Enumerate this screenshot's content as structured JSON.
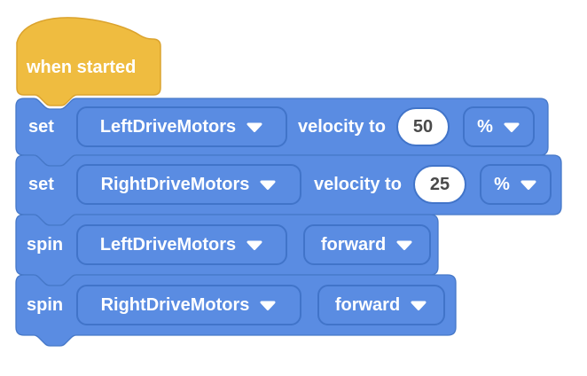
{
  "hat_block": {
    "label": "when started"
  },
  "blocks": [
    {
      "command": "set",
      "motor": "LeftDriveMotors",
      "label": "velocity to",
      "value": "50",
      "unit": "%"
    },
    {
      "command": "set",
      "motor": "RightDriveMotors",
      "label": "velocity to",
      "value": "25",
      "unit": "%"
    },
    {
      "command": "spin",
      "motor": "LeftDriveMotors",
      "direction": "forward"
    },
    {
      "command": "spin",
      "motor": "RightDriveMotors",
      "direction": "forward"
    }
  ],
  "icons": {
    "chevron_down": "▼"
  },
  "palette": {
    "block_fill": "#5a8ce2",
    "block_border": "#4678c8",
    "hat_fill": "#efbc40",
    "hat_border": "#dba32e",
    "dropdown_border": "#4174c9",
    "value_bg": "#ffffff",
    "value_text": "#4a4a4a",
    "label_text": "#ffffff",
    "canvas_bg": "#ffffff"
  }
}
